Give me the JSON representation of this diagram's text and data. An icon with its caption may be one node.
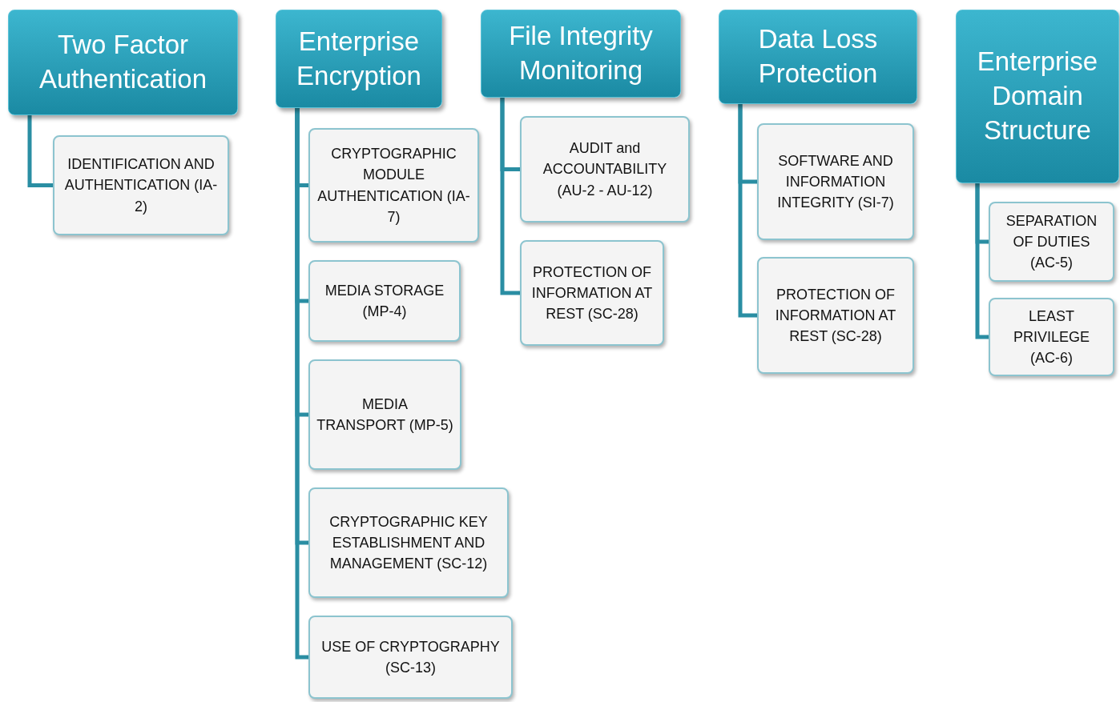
{
  "diagram": {
    "nodes": [
      {
        "text": [
          "Two Factor Authentication"
        ]
      },
      {
        "text": [
          "IDENTIFICATION AND AUTHENTICATION (IA-2)"
        ]
      },
      {
        "text": [
          "Enterprise Encryption"
        ]
      },
      {
        "text": [
          "CRYPTOGRAPHIC MODULE AUTHENTICATION (IA-7)"
        ]
      },
      {
        "text": [
          "MEDIA STORAGE (MP-4)"
        ]
      },
      {
        "text": [
          "MEDIA TRANSPORT (MP-5)"
        ]
      },
      {
        "text": [
          "CRYPTOGRAPHIC KEY ESTABLISHMENT AND MANAGEMENT (SC-12)"
        ]
      },
      {
        "text": [
          "USE OF CRYPTOGRAPHY (SC-13)"
        ]
      },
      {
        "text": [
          "File Integrity Monitoring"
        ]
      },
      {
        "text": [
          "AUDIT and ACCOUNTABILITY (AU-2 - AU-12)"
        ]
      },
      {
        "text": [
          "PROTECTION OF INFORMATION AT REST (SC-28)"
        ]
      },
      {
        "text": [
          "Data Loss Protection"
        ]
      },
      {
        "text": [
          "SOFTWARE AND INFORMATION INTEGRITY (SI-7)"
        ]
      },
      {
        "text": [
          "PROTECTION OF INFORMATION AT REST (SC-28)"
        ]
      },
      {
        "text": [
          "Enterprise Domain Structure"
        ]
      },
      {
        "text": [
          "SEPARATION OF DUTIES (AC-5)"
        ]
      },
      {
        "text": [
          "LEAST PRIVILEGE (AC-6)"
        ]
      }
    ],
    "edges": [
      {
        "from": 0,
        "to": 1,
        "arrow": "none"
      },
      {
        "from": 2,
        "to": 3,
        "arrow": "none"
      },
      {
        "from": 2,
        "to": 4,
        "arrow": "none"
      },
      {
        "from": 2,
        "to": 5,
        "arrow": "none"
      },
      {
        "from": 2,
        "to": 6,
        "arrow": "none"
      },
      {
        "from": 2,
        "to": 7,
        "arrow": "none"
      },
      {
        "from": 8,
        "to": 9,
        "arrow": "none"
      },
      {
        "from": 8,
        "to": 10,
        "arrow": "none"
      },
      {
        "from": 11,
        "to": 12,
        "arrow": "none"
      },
      {
        "from": 11,
        "to": 13,
        "arrow": "none"
      },
      {
        "from": 14,
        "to": 15,
        "arrow": "none"
      },
      {
        "from": 14,
        "to": 16,
        "arrow": "none"
      }
    ]
  }
}
